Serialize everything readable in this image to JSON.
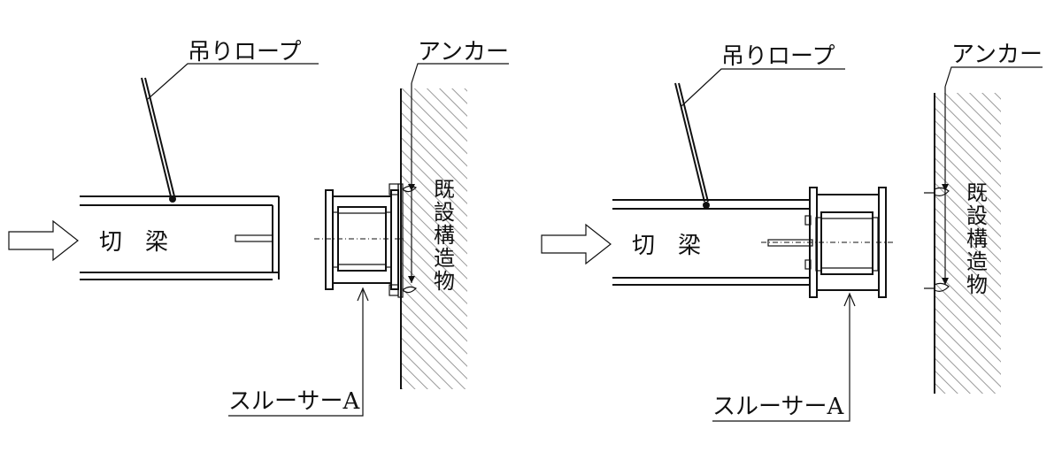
{
  "left_panel": {
    "rope_label": "吊りロープ",
    "anchor_label": "アンカー",
    "beam_label": "切　梁",
    "structure_label": [
      "既",
      "設",
      "構",
      "造",
      "物"
    ],
    "slider_label": "スルーサーA"
  },
  "right_panel": {
    "rope_label": "吊りロープ",
    "anchor_label": "アンカー",
    "beam_label": "切　梁",
    "structure_label": [
      "既",
      "設",
      "構",
      "造",
      "物"
    ],
    "slider_label": "スルーサーA"
  }
}
